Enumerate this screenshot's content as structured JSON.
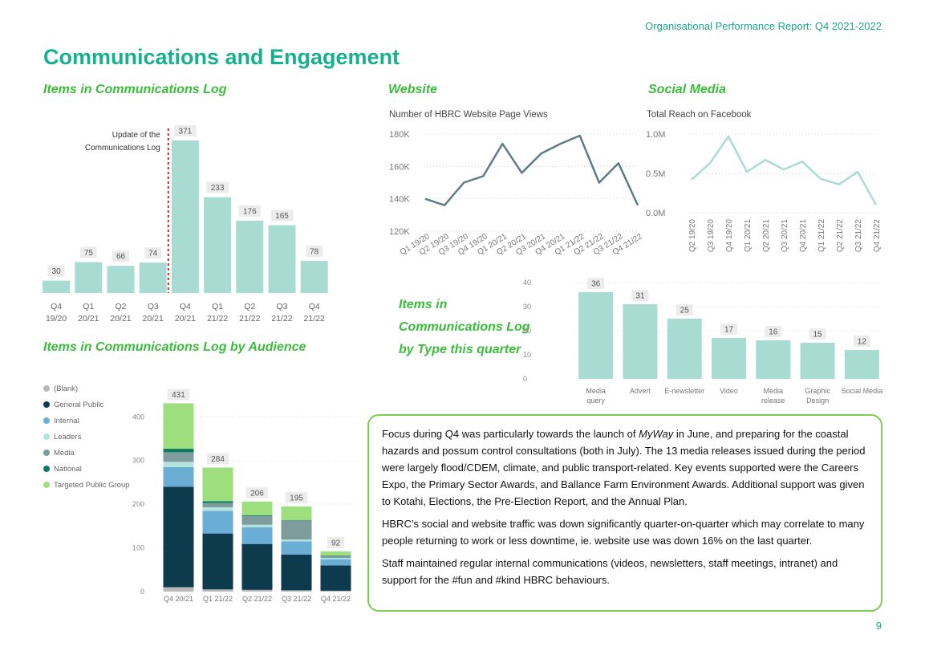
{
  "header": {
    "report_title": "Organisational Performance Report: Q4 2021-2022"
  },
  "page_title": "Communications and Engagement",
  "sections": {
    "comms_log": "Items in Communications Log",
    "website": "Website",
    "social": "Social Media",
    "by_type_line1": "Items in",
    "by_type_line2": "Communications Log",
    "by_type_line3": "by Type this quarter",
    "by_audience": "Items in Communications Log by Audience"
  },
  "colors": {
    "accent": "#16b08c",
    "section": "#3cbc3c",
    "bar": "#a8dcd3",
    "website_line": "#5f7b85",
    "social_line": "#a8dcd3",
    "border": "#7fcb54"
  },
  "chart_data": [
    {
      "type": "bar",
      "categories": [
        "Q4 19/20",
        "Q1 20/21",
        "Q2 20/21",
        "Q3 20/21",
        "Q4 20/21",
        "Q1 21/22",
        "Q2 21/22",
        "Q3 21/22",
        "Q4 21/22"
      ],
      "cat_line1": [
        "Q4",
        "Q1",
        "Q2",
        "Q3",
        "Q4",
        "Q1",
        "Q2",
        "Q3",
        "Q4"
      ],
      "cat_line2": [
        "19/20",
        "20/21",
        "20/21",
        "20/21",
        "20/21",
        "21/22",
        "21/22",
        "21/22",
        "21/22"
      ],
      "values": [
        30,
        75,
        66,
        74,
        371,
        233,
        176,
        165,
        78
      ],
      "data_labels": [
        "30",
        "75",
        "66",
        "74",
        "371",
        "233",
        "176",
        "165",
        "78"
      ],
      "annotation": [
        "Update of the",
        "Communications Log"
      ],
      "ylim": [
        0,
        371
      ]
    },
    {
      "type": "line",
      "title": "Number of HBRC Website Page Views",
      "x": [
        "Q1 19/20",
        "Q2 19/20",
        "Q3 19/20",
        "Q4 19/20",
        "Q1 20/21",
        "Q2 20/21",
        "Q3 20/21",
        "Q4 20/21",
        "Q1 21/22",
        "Q2 21/22",
        "Q3 21/22",
        "Q4 21/22"
      ],
      "values": [
        140000,
        136000,
        150000,
        154000,
        174000,
        156000,
        168000,
        174000,
        179000,
        150000,
        162000,
        136000
      ],
      "ylim": [
        120000,
        180000
      ],
      "yticks": [
        120000,
        140000,
        160000,
        180000
      ],
      "ytick_labels": [
        "120K",
        "140K",
        "160K",
        "180K"
      ]
    },
    {
      "type": "line",
      "title": "Total Reach on Facebook",
      "x": [
        "Q2 19/20",
        "Q3 19/20",
        "Q4 19/20",
        "Q1 20/21",
        "Q2 20/21",
        "Q3 20/21",
        "Q4 20/21",
        "Q1 21/22",
        "Q2 21/22",
        "Q3 21/22",
        "Q4 21/22"
      ],
      "values": [
        0.42,
        0.63,
        0.97,
        0.52,
        0.67,
        0.55,
        0.65,
        0.43,
        0.36,
        0.52,
        0.1
      ],
      "ylim": [
        0,
        1.0
      ],
      "yticks": [
        0,
        0.5,
        1.0
      ],
      "ytick_labels": [
        "0.0M",
        "0.5M",
        "1.0M"
      ]
    },
    {
      "type": "bar",
      "categories": [
        "Media query",
        "Advert",
        "E-newsletter",
        "Video",
        "Media release",
        "Graphic Design",
        "Social Media"
      ],
      "cat_line1": [
        "Media",
        "Advert",
        "E-newsletter",
        "Video",
        "Media",
        "Graphic",
        "Social Media"
      ],
      "cat_line2": [
        "query",
        "",
        "",
        "",
        "release",
        "Design",
        ""
      ],
      "values": [
        36,
        31,
        25,
        17,
        16,
        15,
        12
      ],
      "data_labels": [
        "36",
        "31",
        "25",
        "17",
        "16",
        "15",
        "12"
      ],
      "ylim": [
        0,
        40
      ],
      "yticks": [
        0,
        10,
        20,
        30,
        40
      ]
    },
    {
      "type": "bar",
      "stacked": true,
      "categories": [
        "Q4 20/21",
        "Q1 21/22",
        "Q2 21/22",
        "Q3 21/22",
        "Q4 21/22"
      ],
      "totals": [
        "431",
        "284",
        "206",
        "195",
        "92"
      ],
      "series": [
        {
          "name": "(Blank)",
          "color": "#b8b8b8",
          "values": [
            10,
            5,
            4,
            3,
            2
          ]
        },
        {
          "name": "General Public",
          "color": "#0d3a4c",
          "values": [
            230,
            128,
            105,
            82,
            58
          ]
        },
        {
          "name": "Internal",
          "color": "#6aaed6",
          "values": [
            45,
            52,
            38,
            30,
            14
          ]
        },
        {
          "name": "Leaders",
          "color": "#b5e3de",
          "values": [
            12,
            8,
            6,
            4,
            3
          ]
        },
        {
          "name": "Media",
          "color": "#7e9c9b",
          "values": [
            22,
            10,
            20,
            44,
            5
          ]
        },
        {
          "name": "National",
          "color": "#0c7a63",
          "values": [
            8,
            4,
            2,
            1,
            1
          ]
        },
        {
          "name": "Targeted Public Group",
          "color": "#9ddf7d",
          "values": [
            104,
            77,
            31,
            31,
            9
          ]
        }
      ],
      "ylim": [
        0,
        430
      ],
      "yticks": [
        0,
        100,
        200,
        300,
        400
      ]
    }
  ],
  "summary": {
    "p1_a": "Focus during Q4 was particularly towards the launch of ",
    "p1_em": "MyWay",
    "p1_b": " in June, and preparing for the coastal hazards and possum control consultations (both in July). The 13 media releases issued during the period were largely flood/CDEM, climate, and public transport-related. Key events supported were the Careers Expo, the Primary Sector Awards, and Ballance Farm Environment Awards. Additional support was given to Kotahi, Elections, the Pre-Election Report, and the Annual Plan.",
    "p2": "HBRC’s social and website traffic was down significantly quarter-on-quarter which may correlate to many people returning to work or less downtime, ie. website use was down 16% on the last quarter.",
    "p3": "Staff maintained regular internal communications (videos, newsletters, staff meetings, intranet) and support for the #fun and #kind HBRC behaviours."
  },
  "page_number": "9"
}
